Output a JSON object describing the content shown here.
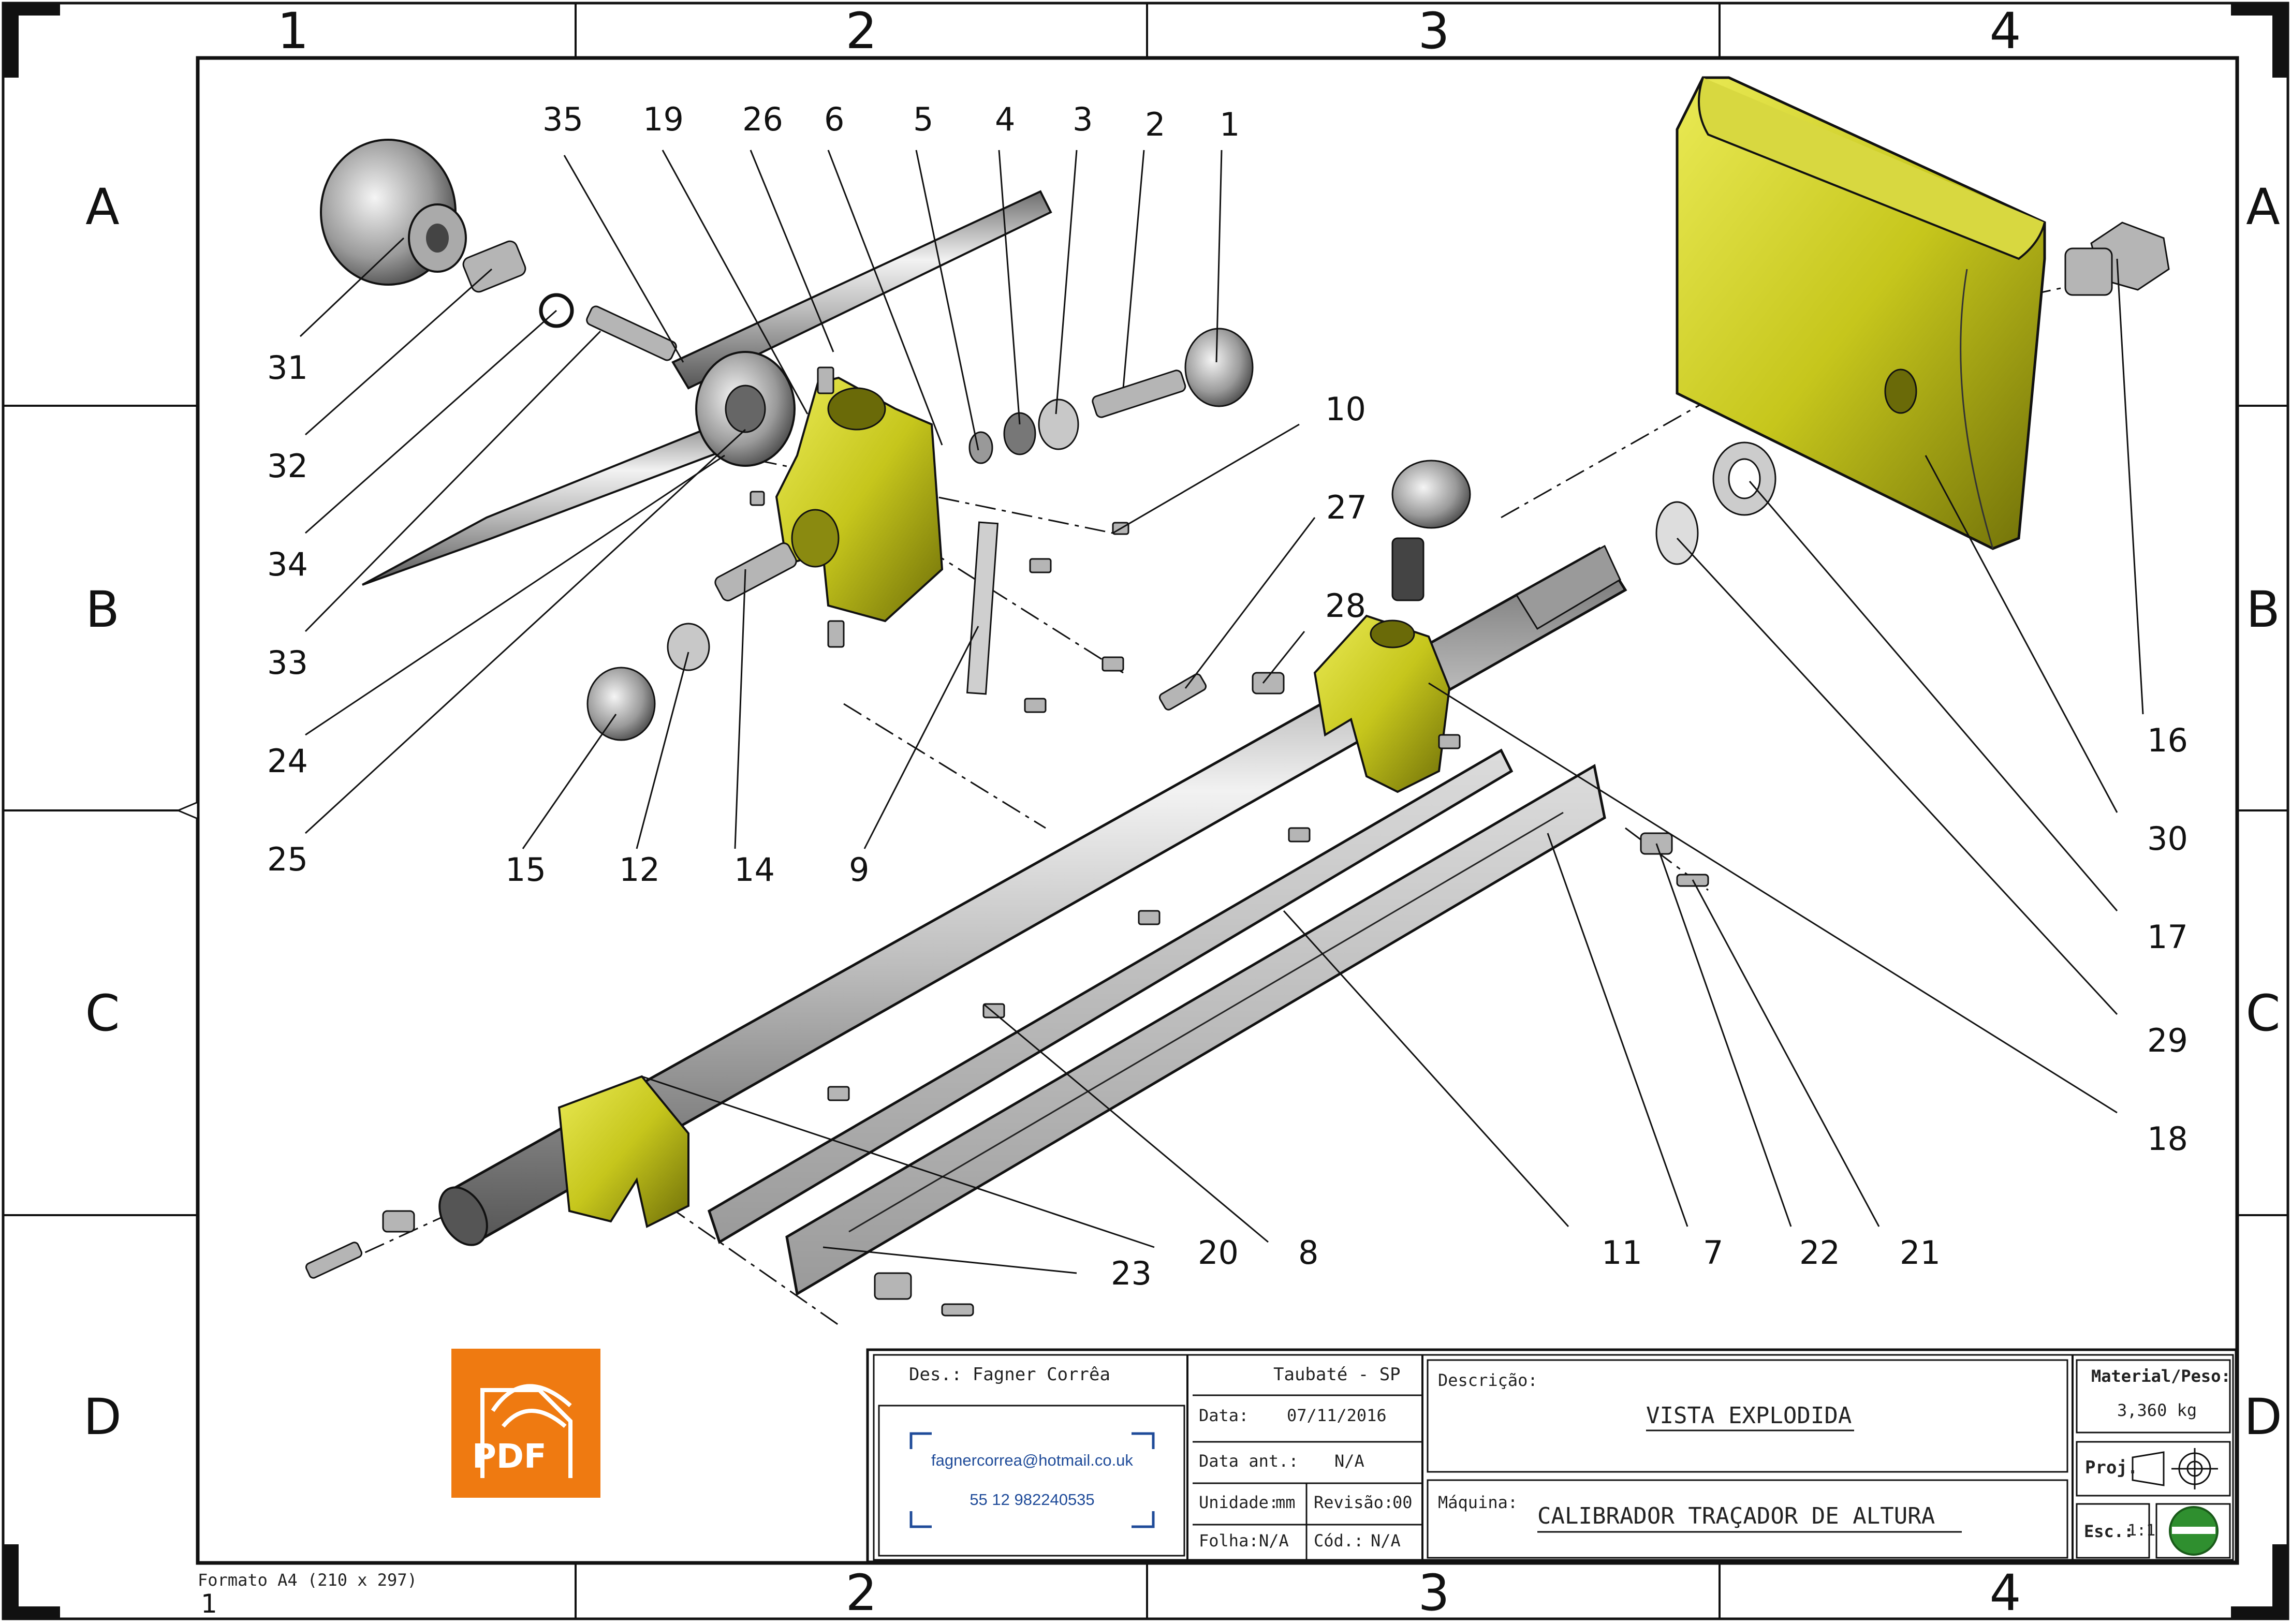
{
  "zones": {
    "columns": [
      "1",
      "2",
      "3",
      "4"
    ],
    "rows": [
      "A",
      "B",
      "C",
      "D"
    ]
  },
  "callouts": [
    "35",
    "19",
    "26",
    "6",
    "5",
    "4",
    "3",
    "2",
    "1",
    "10",
    "27",
    "28",
    "31",
    "32",
    "34",
    "33",
    "24",
    "25",
    "15",
    "12",
    "14",
    "9",
    "16",
    "30",
    "17",
    "29",
    "18",
    "20",
    "8",
    "11",
    "7",
    "22",
    "21",
    "23"
  ],
  "title_block": {
    "designer": "Des.: Fagner Corrêa",
    "location": "Taubaté - SP",
    "date_label": "Data:",
    "date": "07/11/2016",
    "prev_date_label": "Data ant.:",
    "prev_date": "N/A",
    "unit_label": "Unidade:",
    "unit": "mm",
    "revision_label": "Revisão:",
    "revision": "00",
    "sheet_label": "Folha:",
    "sheet": "N/A",
    "code_label": "Cód.:",
    "code": "N/A",
    "email": "fagnercorrea@hotmail.co.uk",
    "phone": "55 12 982240535",
    "description_label": "Descrição:",
    "description": "VISTA EXPLODIDA",
    "machine_label": "Máquina:",
    "machine": "CALIBRADOR TRAÇADOR DE ALTURA",
    "material_label": "Material/Peso:",
    "weight": "3,360 kg",
    "projection_label": "Proj.",
    "scale_label": "Esc.:",
    "scale": "1:1"
  },
  "logo": {
    "text": "PDF",
    "color": "#ef7a11"
  },
  "format_note": "Formato A4 (210 x 297)",
  "sheet_index": "1",
  "colors": {
    "yellow_part": "#c9c92a",
    "steel": "#b8b8b8",
    "line": "#111111"
  }
}
